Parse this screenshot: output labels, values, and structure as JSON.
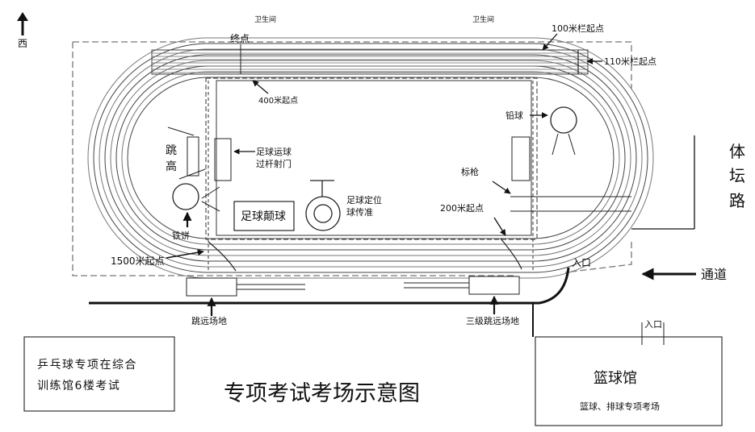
{
  "title": "专项考试考场示意图",
  "compass": {
    "label": "西"
  },
  "restrooms": [
    "卫生间",
    "卫生间"
  ],
  "track_labels": {
    "finish": "终点",
    "start_400": "400米起点",
    "start_100_hurdles": "100米栏起点",
    "start_110_hurdles": "110米栏起点",
    "start_200": "200米起点",
    "start_1500": "1500米起点"
  },
  "events": {
    "high_jump": "跳高",
    "dribble": [
      "足球运球",
      "过杆射门"
    ],
    "juggling": "足球颠球",
    "passing": [
      "足球定位",
      "球传准"
    ],
    "shot_put": "铅球",
    "javelin": "标枪",
    "discus": "铁饼",
    "long_jump": "跳远场地",
    "triple_jump": "三级跳远场地"
  },
  "road": {
    "name": [
      "体",
      "坛",
      "路"
    ],
    "passage": "通道"
  },
  "entrances": [
    "入口",
    "入口"
  ],
  "gym": {
    "name": "篮球馆",
    "sub": "篮球、排球专项考场"
  },
  "note": {
    "lines": [
      "乒乓球专项在综合",
      "训练馆6楼考试"
    ]
  }
}
